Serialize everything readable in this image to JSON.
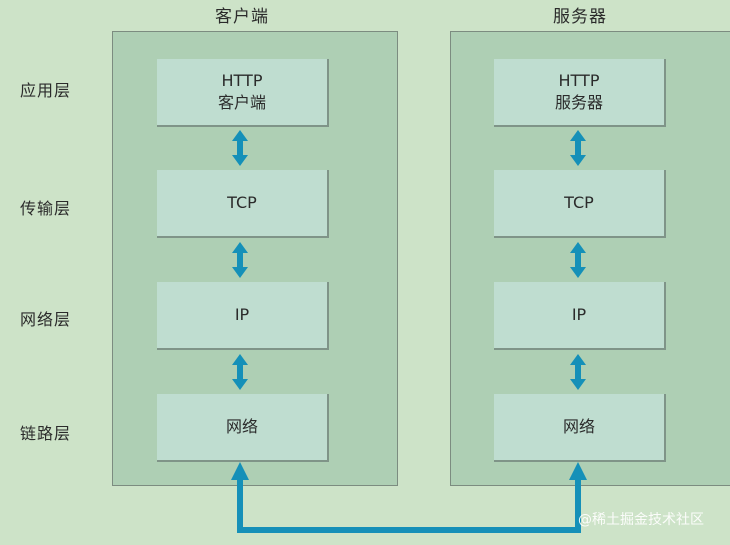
{
  "titles": {
    "client": "客户端",
    "server": "服务器"
  },
  "layers": [
    "应用层",
    "传输层",
    "网络层",
    "链路层"
  ],
  "client_boxes": [
    {
      "line1": "HTTP",
      "line2": "客户端"
    },
    {
      "line1": "TCP",
      "line2": ""
    },
    {
      "line1": "IP",
      "line2": ""
    },
    {
      "line1": "网络",
      "line2": ""
    }
  ],
  "server_boxes": [
    {
      "line1": "HTTP",
      "line2": "服务器"
    },
    {
      "line1": "TCP",
      "line2": ""
    },
    {
      "line1": "IP",
      "line2": ""
    },
    {
      "line1": "网络",
      "line2": ""
    }
  ],
  "watermark": "@稀土掘金技术社区",
  "colors": {
    "background": "#cde3c8",
    "panel": "#aecfb4",
    "box": "#bfddd0",
    "arrow": "#1590b8"
  }
}
